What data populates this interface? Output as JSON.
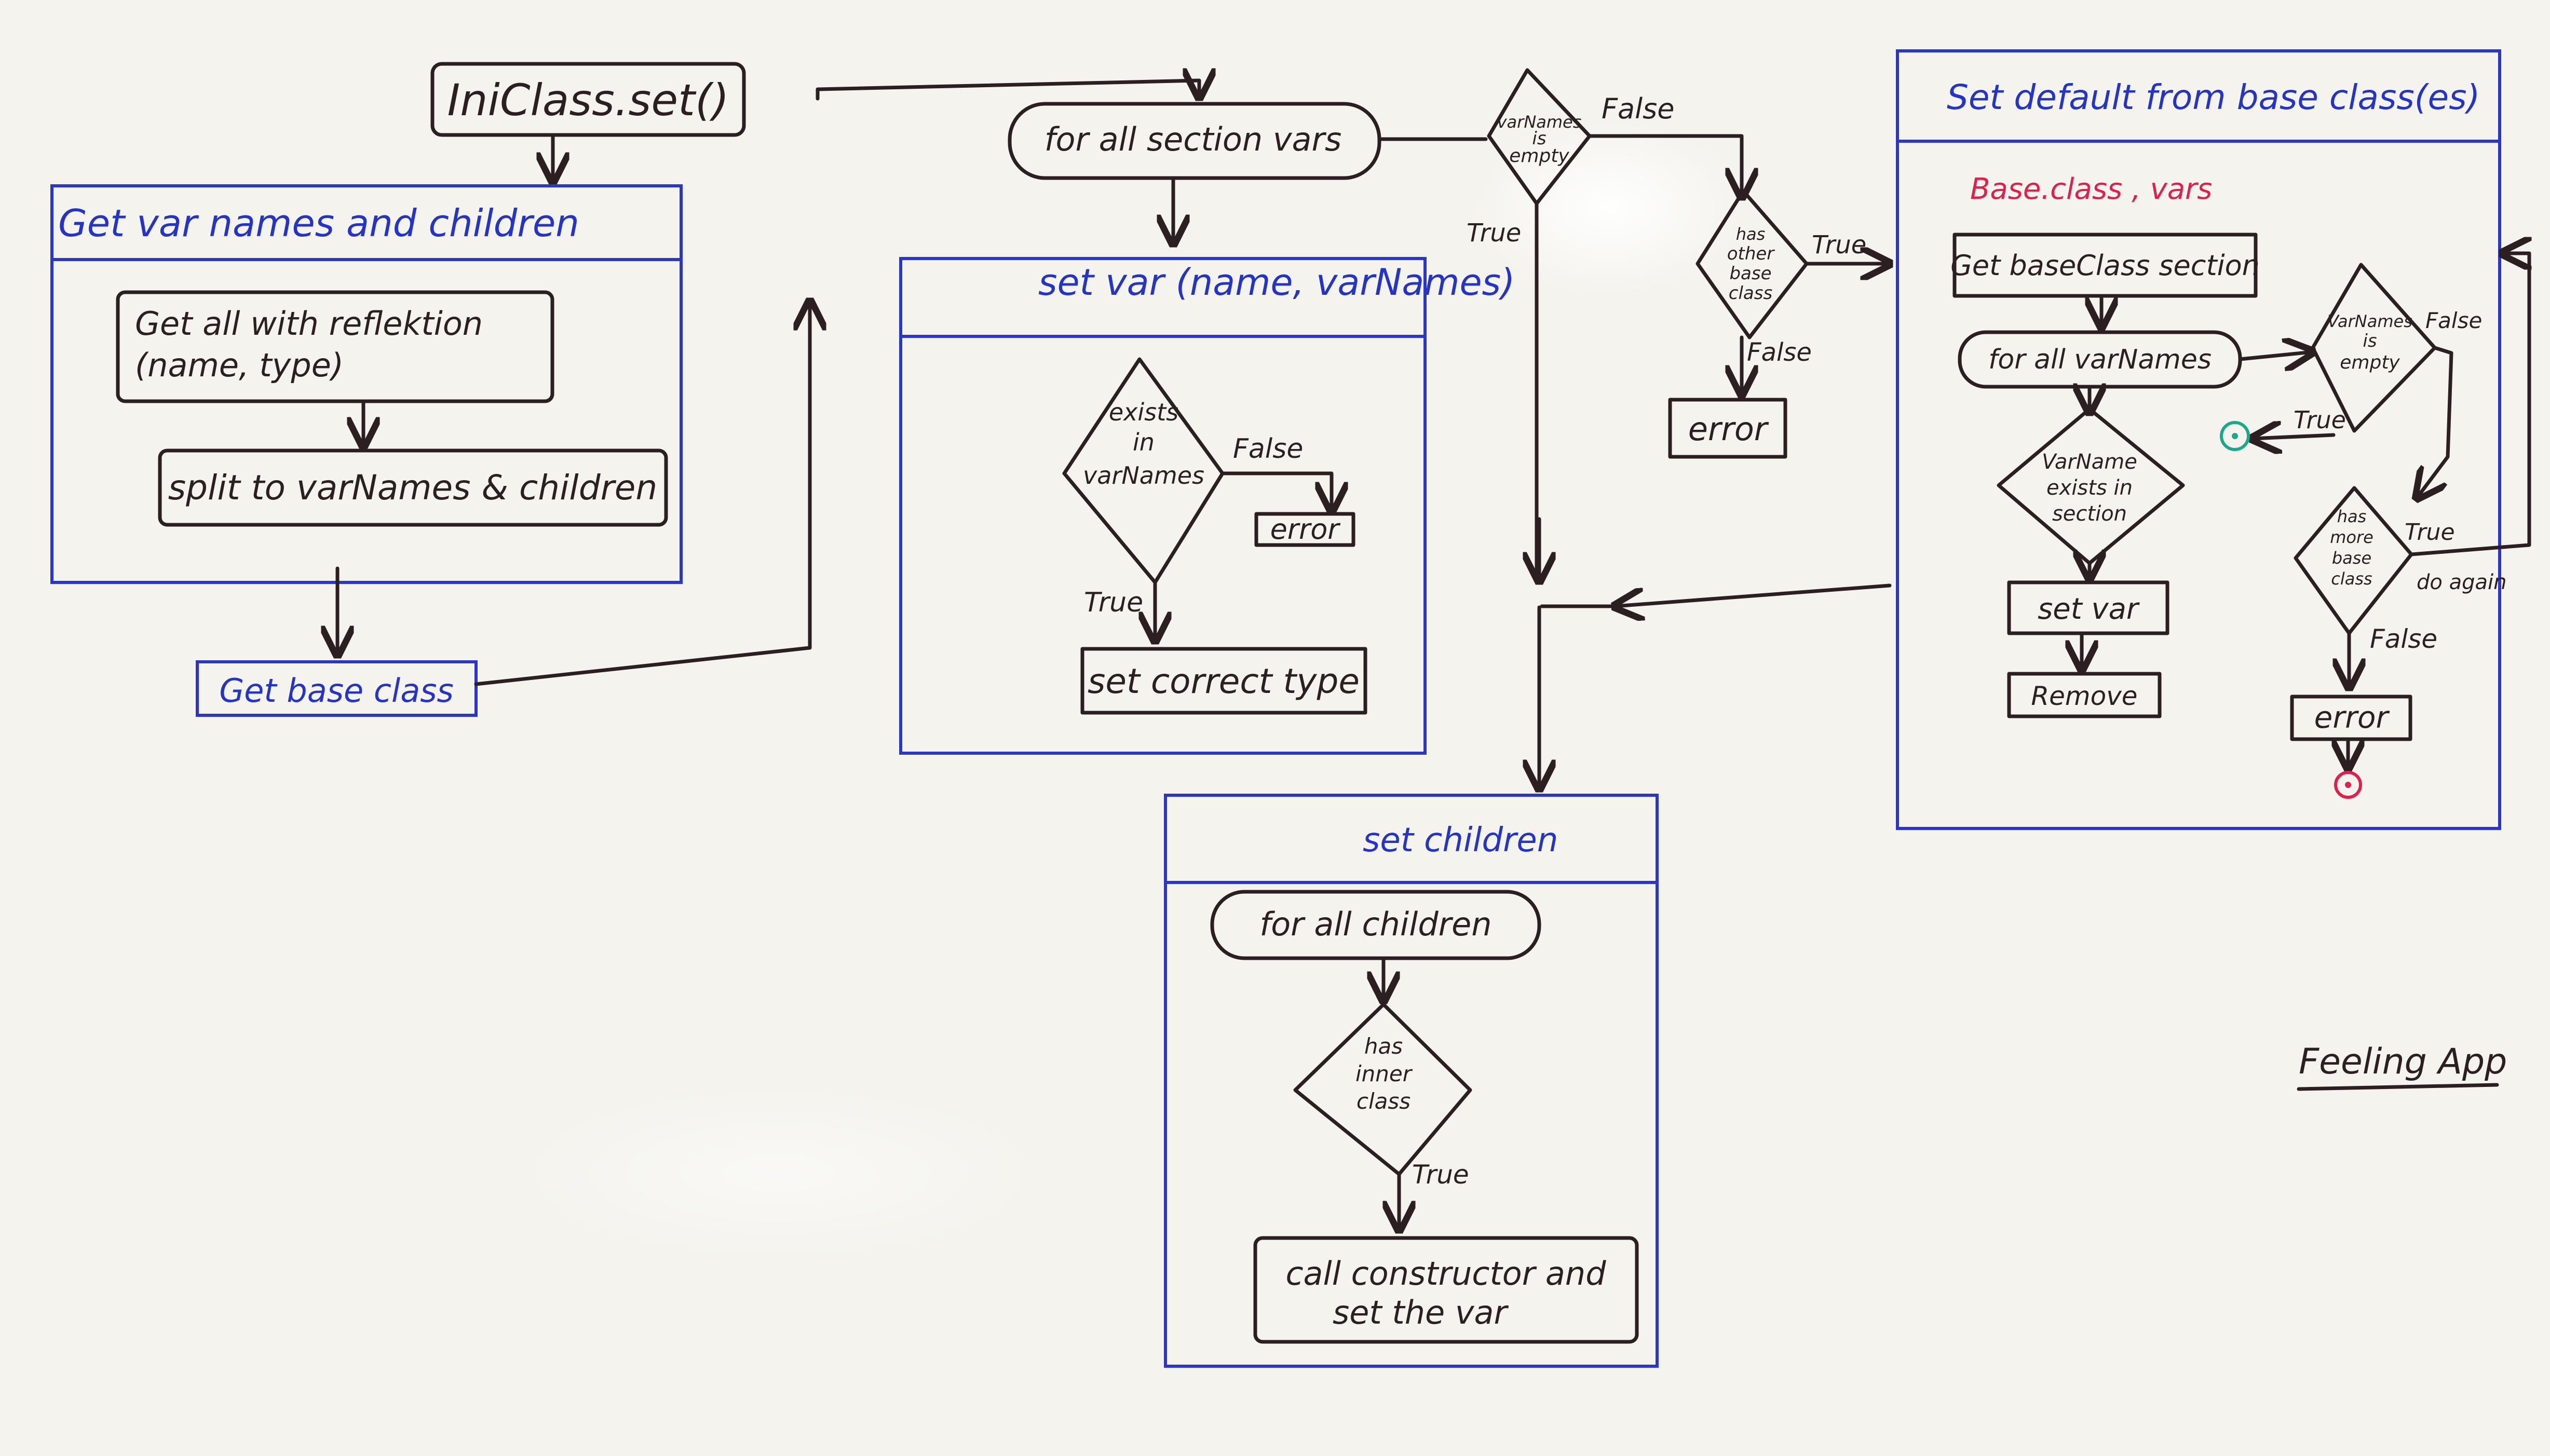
{
  "colors": {
    "board": "#f4f3ee",
    "marker_black": "#2b1f22",
    "marker_blue": "#2434c8",
    "marker_red": "#e0204a",
    "marker_green": "#1aa88a"
  },
  "start": "IniClass.set()",
  "panel_get_vars": {
    "title": "Get var names and children",
    "reflection_line1": "Get all with reflektion",
    "reflection_line2": "(name, type)",
    "split": "split to varNames & children"
  },
  "get_base_class": "Get base class",
  "loop_section_vars": "for all section vars",
  "panel_set_var": {
    "title": "set var (name, varNames)",
    "decision_line1": "exists",
    "decision_line2": "in",
    "decision_line3": "varNames",
    "false_label": "False",
    "error": "error",
    "true_label": "True",
    "set_type": "set correct type"
  },
  "decision_varnames_empty": {
    "line1": "varNames",
    "line2": "is",
    "line3": "empty",
    "false_label": "False",
    "true_label": "True"
  },
  "decision_other_base": {
    "line1": "has",
    "line2": "other",
    "line3": "base",
    "line4": "class",
    "true_label": "True",
    "false_label": "False",
    "error": "error"
  },
  "panel_set_default": {
    "title": "Set default from base class(es)",
    "params": "Base.class ,  vars",
    "get_section": "Get baseClass section",
    "loop": "for all varNames",
    "decision_exists_line1": "VarName",
    "decision_exists_line2": "exists in",
    "decision_exists_line3": "section",
    "set_var": "set var",
    "remove": "Remove",
    "decision_empty_line1": "VarNames",
    "decision_empty_line2": "is",
    "decision_empty_line3": "empty",
    "empty_false": "False",
    "empty_true": "True",
    "decision_more_line1": "has",
    "decision_more_line2": "more",
    "decision_more_line3": "base",
    "decision_more_line4": "class",
    "more_true": "True",
    "do_again": "do again",
    "more_false": "False",
    "error": "error"
  },
  "panel_children": {
    "title": "set children",
    "loop": "for all children",
    "decision_line1": "has",
    "decision_line2": "inner",
    "decision_line3": "class",
    "true_label": "True",
    "action_line1": "call constructor and",
    "action_line2": "set the var"
  },
  "signature": "Feeling App"
}
